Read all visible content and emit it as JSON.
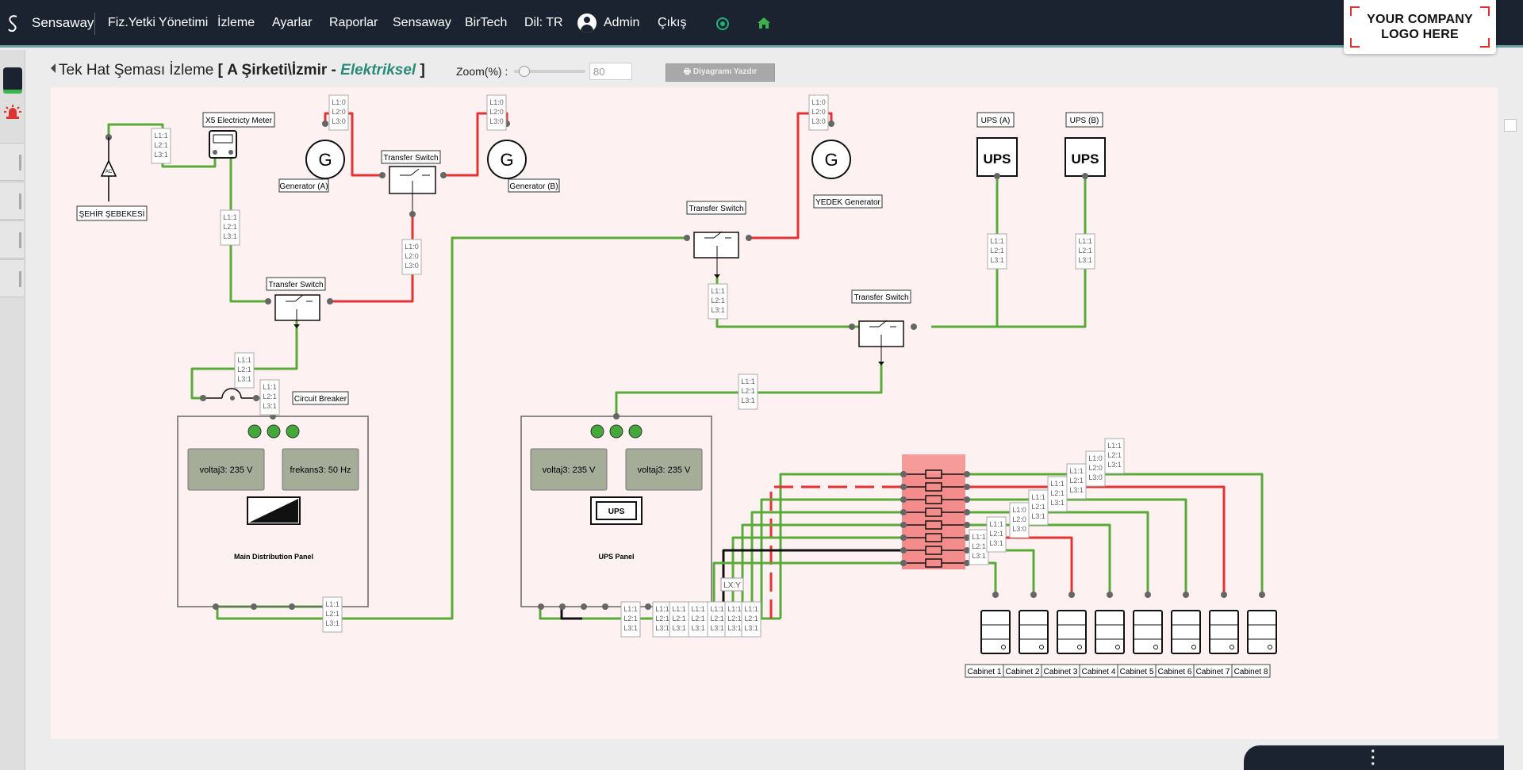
{
  "nav": {
    "brand": "Sensaway",
    "items": [
      "Fiz.Yetki Yönetimi",
      "İzleme",
      "Ayarlar",
      "Raporlar",
      "Sensaway",
      "BirTech",
      "Dil: TR",
      "Admin",
      "Çıkış"
    ]
  },
  "company_logo": {
    "line1": "YOUR COMPANY",
    "line2": "LOGO HERE"
  },
  "header": {
    "title": "Tek Hat Şeması İzleme",
    "bracket_open": "[",
    "site": "A Şirketi\\İzmir -",
    "mode": "Elektriksel",
    "bracket_close": "]",
    "zoom_label": "Zoom(%) :",
    "zoom_value": "80",
    "print_button": "🖶 Diyagramı Yazdır"
  },
  "colors": {
    "accent": "#2a8a79",
    "active_line": "#5aaa3a",
    "inactive_line": "#e53232",
    "nav_bg": "#1b2331"
  },
  "diagram": {
    "labels": {
      "city_grid": "ŞEHİR ŞEBEKESİ",
      "meter": "X5 Electricty Meter",
      "gen_a": "Generator (A)",
      "gen_b": "Generator (B)",
      "yedek": "YEDEK Generator",
      "ups_a": "UPS (A)",
      "ups_b": "UPS (B)",
      "transfer_switch": "Transfer Switch",
      "circuit_breaker": "Circuit Breaker",
      "main_panel": "Main Distribution Panel",
      "ups_panel": "UPS Panel",
      "ups": "UPS",
      "lxy": "LX:Y",
      "ac": "AC"
    },
    "main_panel_readouts": [
      "voltaj3: 235 V",
      "frekans3: 50 Hz"
    ],
    "ups_panel_readouts": [
      "voltaj3: 235 V",
      "voltaj3: 235 V"
    ],
    "phase_on": [
      "L1:1",
      "L2:1",
      "L3:1"
    ],
    "phase_off": [
      "L1:0",
      "L2:0",
      "L3:0"
    ],
    "cabinets": [
      "Cabinet 1",
      "Cabinet 2",
      "Cabinet 3",
      "Cabinet 4",
      "Cabinet 5",
      "Cabinet 6",
      "Cabinet 7",
      "Cabinet 8"
    ]
  }
}
